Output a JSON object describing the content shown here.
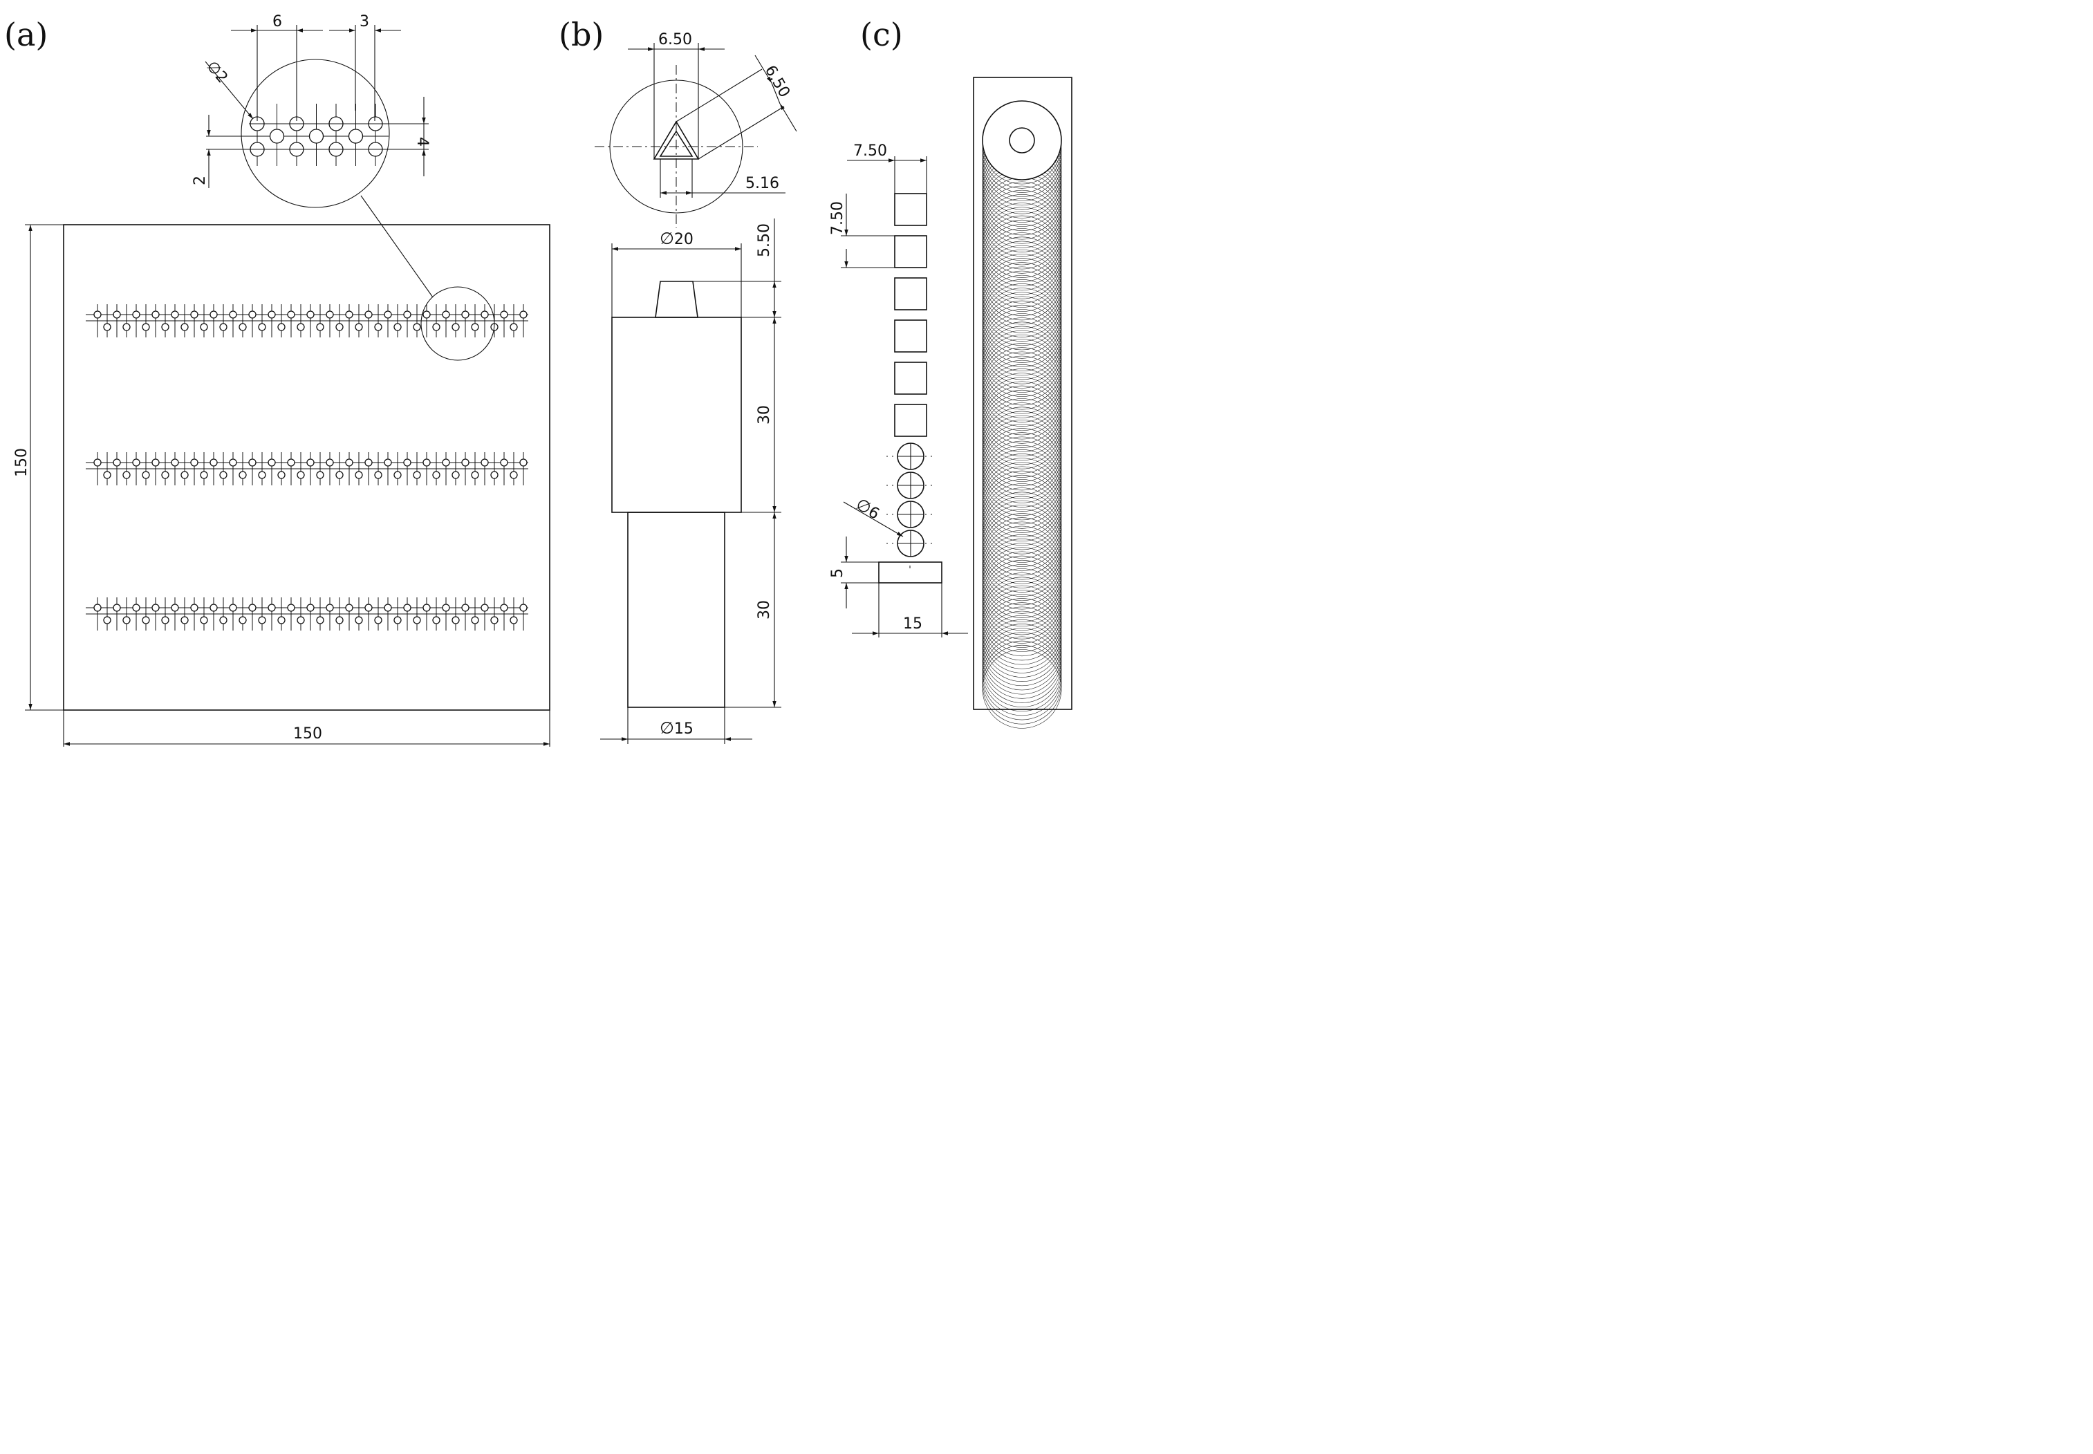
{
  "panels": {
    "a": "(a)",
    "b": "(b)",
    "c": "(c)"
  },
  "panel_a": {
    "plate_width": "150",
    "plate_height": "150",
    "hole_diameter": "2",
    "pitch": "6",
    "offset": "3",
    "row_gap": "4",
    "row_offset": "2"
  },
  "panel_b": {
    "tip_width": "6.50",
    "tip_side": "6.50",
    "inner_width": "5.16",
    "head_diameter": "20",
    "tip_height": "5.50",
    "head_height": "30",
    "shank_height": "30",
    "shank_diameter": "15"
  },
  "panel_c": {
    "square_size_h": "7.50",
    "square_size_v": "7.50",
    "circle_diameter": "6",
    "bar_height": "5",
    "bar_width": "15"
  },
  "symbols": {
    "diameter": "∅"
  }
}
